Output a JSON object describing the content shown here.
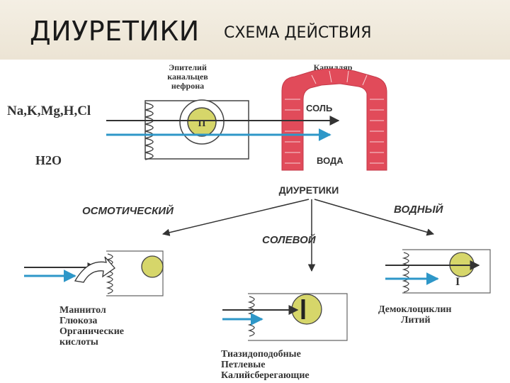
{
  "header": {
    "title": "ДИУРЕТИКИ",
    "subtitle": "СХЕМА ДЕЙСТВИЯ"
  },
  "diagram": {
    "epithelium_label": [
      "Эпителий",
      "канальцев",
      "нефрона"
    ],
    "capillary_label": "Капилляр",
    "ions_label": "Na,K,Mg,H,Cl",
    "water_label": "H2O",
    "pump_label": "П",
    "salt_label": "СОЛЬ",
    "water_out_label": "ВОДА",
    "center_label": "ДИУРЕТИКИ",
    "osmotic_label": "ОСМОТИЧЕСКИЙ",
    "water_type_label": "ВОДНЫЙ",
    "saline_label": "СОЛЕВОЙ",
    "osmotic_examples": [
      "Маннитол",
      "Глюкоза",
      "Органические",
      "кислоты"
    ],
    "saline_examples": [
      "Тиазидоподобные",
      "Петлевые",
      "Калийсберегающие"
    ],
    "water_examples": [
      "Демоклоциклин",
      "Литий"
    ],
    "blocked_symbol": "I"
  },
  "colors": {
    "capillary": "#e14b5a",
    "water_arrow": "#2e97c8",
    "pump_fill": "#d6d66a",
    "ink": "#333333"
  }
}
